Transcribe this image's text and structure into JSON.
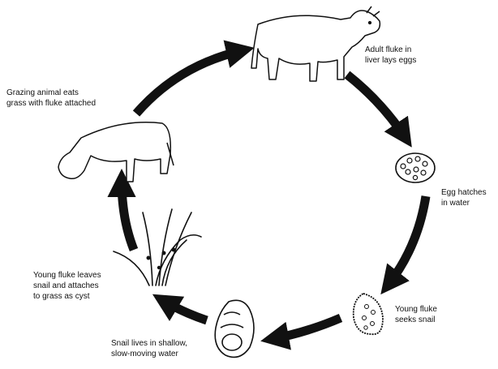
{
  "diagram": {
    "stages": [
      {
        "id": "adult",
        "lines": [
          "Adult fluke in",
          "liver lays eggs"
        ]
      },
      {
        "id": "egg",
        "lines": [
          "Egg hatches",
          "in water"
        ]
      },
      {
        "id": "seek",
        "lines": [
          "Young fluke",
          "seeks snail"
        ]
      },
      {
        "id": "snail",
        "lines": [
          "Snail lives in shallow,",
          "slow-moving water"
        ]
      },
      {
        "id": "cyst",
        "lines": [
          "Young fluke leaves",
          "snail and attaches",
          "to grass as cyst"
        ]
      },
      {
        "id": "grazing",
        "lines": [
          "Grazing animal eats",
          "grass with fluke attached"
        ]
      }
    ],
    "colors": {
      "ink": "#111111",
      "background": "#ffffff"
    }
  }
}
